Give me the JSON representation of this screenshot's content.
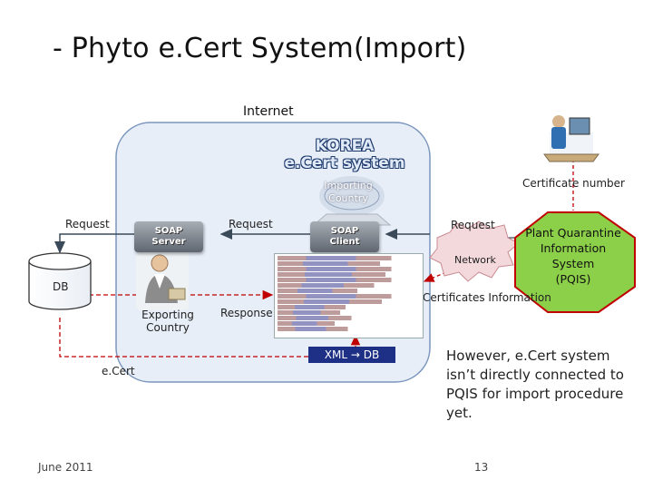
{
  "title": "- Phyto e.Cert System(Import)",
  "internet_label": "Internet",
  "korea_system": {
    "line1": "KOREA",
    "line2": "e.Cert system"
  },
  "importing_country": {
    "line1": "Importing",
    "line2": "Country"
  },
  "certificate_number": "Certificate number",
  "soap_server": {
    "line1": "SOAP",
    "line2": "Server"
  },
  "soap_client": {
    "line1": "SOAP",
    "line2": "Client"
  },
  "request_labels": [
    "Request",
    "Request",
    "Request"
  ],
  "network_label": "Network",
  "pqis": {
    "line1": "Plant Quarantine",
    "line2": "Information",
    "line3": "System",
    "line4": "(PQIS)"
  },
  "db_label": "DB",
  "certificates_information": "Certificates Information",
  "exporting_country": {
    "line1": "Exporting",
    "line2": "Country"
  },
  "response_label": "Response",
  "xml_db": "XML → DB",
  "ecert_label": "e.Cert",
  "note": "However, e.Cert system isn’t directly connected to PQIS for import procedure yet.",
  "footer_date": "June 2011",
  "page_number": "13",
  "colors": {
    "cloud": "#e7eef8",
    "cloud_border": "#7b95bd",
    "starburst": "#f3d9dc",
    "octagon": "#8ccf48",
    "arrow_red": "#c00000",
    "arrow_dark": "#3a4a58"
  },
  "icons": [
    "person-at-computer-icon",
    "businessman-icon",
    "globe-icon",
    "database-icon"
  ]
}
